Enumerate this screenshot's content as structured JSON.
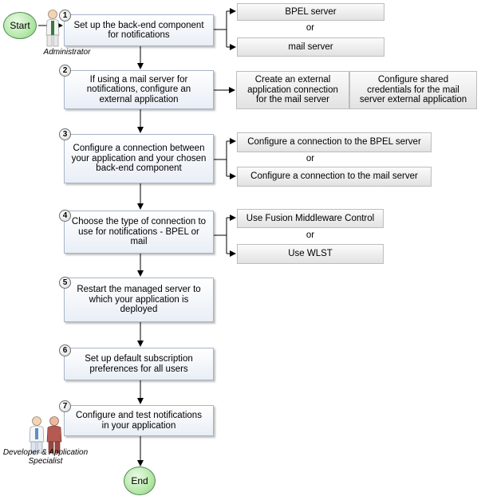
{
  "start_label": "Start",
  "end_label": "End",
  "roles": {
    "admin": "Administrator",
    "developer": "Developer & Application Specialist"
  },
  "steps": [
    {
      "num": "1",
      "text": "Set up the back-end component for notifications"
    },
    {
      "num": "2",
      "text": "If using a mail server for notifications, configure an external application"
    },
    {
      "num": "3",
      "text": "Configure a connection between your application and your chosen back-end component"
    },
    {
      "num": "4",
      "text": "Choose the type of connection to use for notifications - BPEL or mail"
    },
    {
      "num": "5",
      "text": "Restart the managed server to which your application is deployed"
    },
    {
      "num": "6",
      "text": "Set up default subscription preferences for all users"
    },
    {
      "num": "7",
      "text": "Configure and test notifications in your application"
    }
  ],
  "options": {
    "bpel_server": "BPEL server",
    "mail_server": "mail server",
    "create_ext_app": "Create an external application connection for the mail server",
    "configure_credentials": "Configure shared credentials for the mail server external application",
    "conn_bpel": "Configure a connection to the BPEL server",
    "conn_mail": "Configure a connection to the mail server",
    "fusion": "Use Fusion Middleware Control",
    "wlst": "Use WLST"
  },
  "or_label": "or"
}
